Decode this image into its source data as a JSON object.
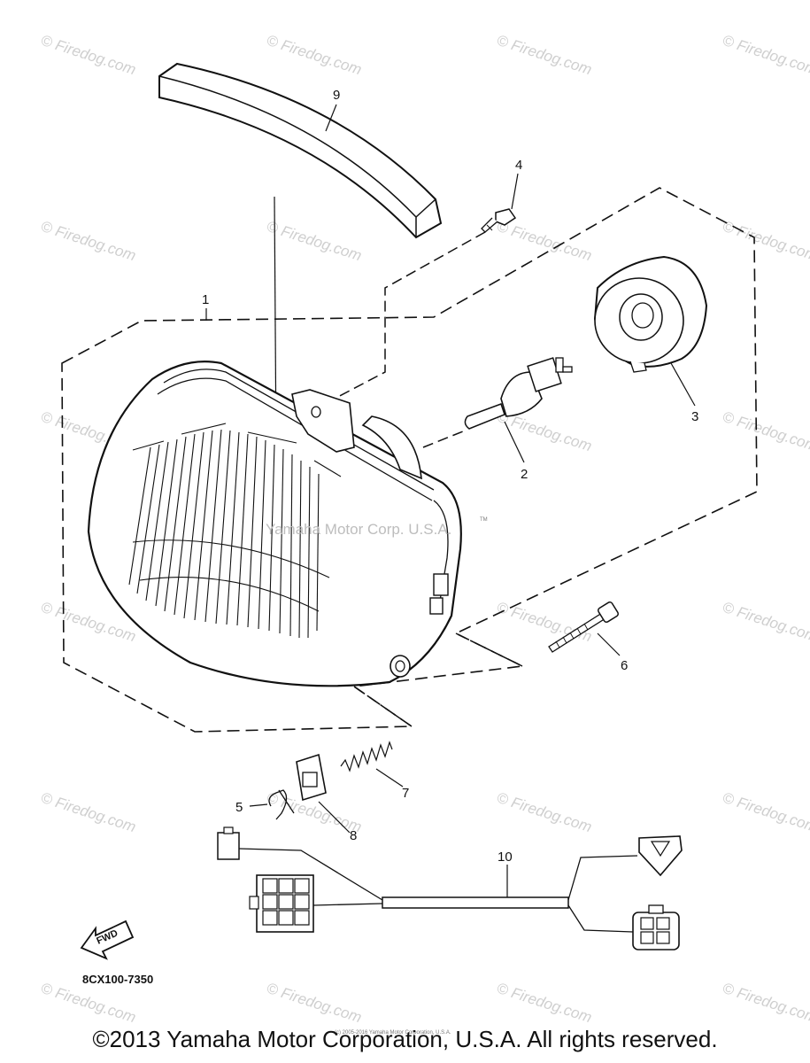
{
  "watermark": "© Firedog.com",
  "trademark_stamp": "Yamaha Motor Corp. U.S.A.",
  "callouts": [
    "1",
    "2",
    "3",
    "4",
    "5",
    "6",
    "7",
    "8",
    "9",
    "10"
  ],
  "fwd_label": "FWD",
  "part_code": "8CX100-7350",
  "tiny_notice": "(c) 2005-2016 Yamaha Motor Corporation, U.S.A.",
  "copyright": "©2013 Yamaha Motor Corporation, U.S.A. All rights reserved."
}
